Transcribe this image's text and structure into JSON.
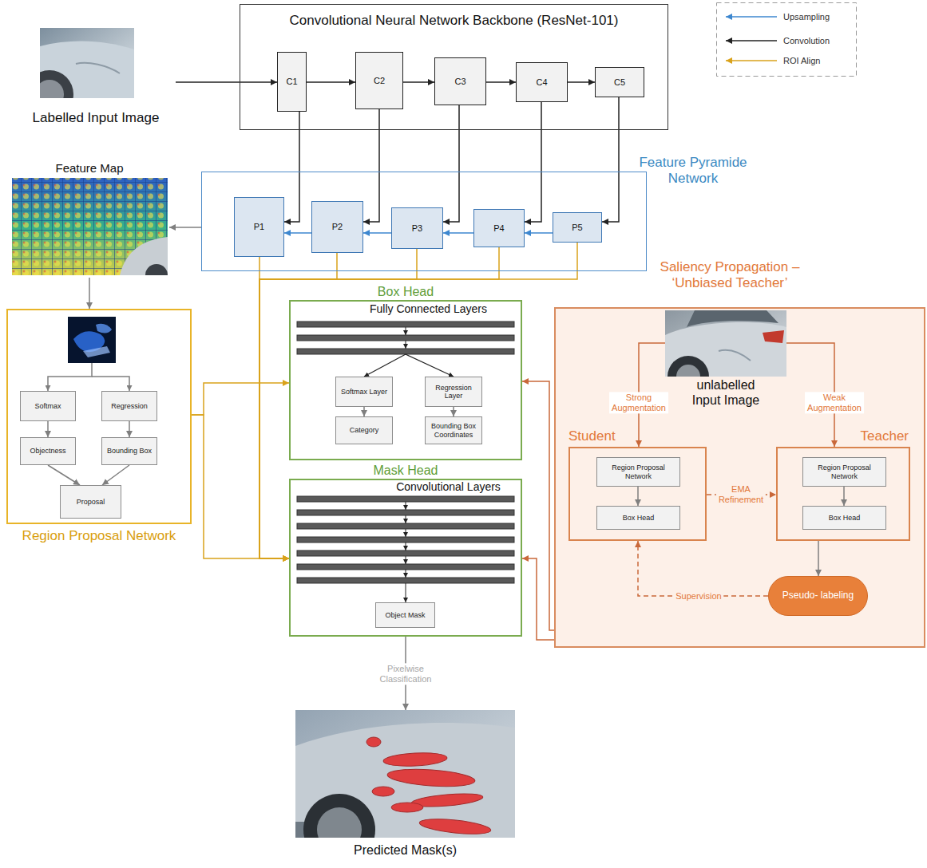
{
  "diagram": {
    "nodes": [
      {
        "text": [
          "Labelled Input Image"
        ]
      },
      {
        "text": [
          "Convolutional Neural Network Backbone (ResNet-101)"
        ]
      },
      {
        "text": [
          "C1"
        ],
        "in": 1
      },
      {
        "text": [
          "C2"
        ],
        "in": 1
      },
      {
        "text": [
          "C3"
        ],
        "in": 1
      },
      {
        "text": [
          "C4"
        ],
        "in": 1
      },
      {
        "text": [
          "C5"
        ],
        "in": 1
      },
      {
        "text": [
          "Feature Map"
        ]
      },
      {
        "text": [
          "Feature Pyramide Network"
        ]
      },
      {
        "text": [
          "P1"
        ],
        "in": 8
      },
      {
        "text": [
          "P2"
        ],
        "in": 8
      },
      {
        "text": [
          "P3"
        ],
        "in": 8
      },
      {
        "text": [
          "P4"
        ],
        "in": 8
      },
      {
        "text": [
          "P5"
        ],
        "in": 8
      },
      {
        "text": [
          "Region Proposal Network"
        ]
      },
      {
        "text": [
          "Softmax"
        ],
        "in": 14
      },
      {
        "text": [
          "Regression"
        ],
        "in": 14
      },
      {
        "text": [
          "Objectness"
        ],
        "in": 14
      },
      {
        "text": [
          "Bounding Box"
        ],
        "in": 14
      },
      {
        "text": [
          "Proposal"
        ],
        "in": 14
      },
      {
        "text": [
          "Box Head",
          "Fully Connected Layers"
        ]
      },
      {
        "text": [
          "Softmax Layer"
        ],
        "in": 20
      },
      {
        "text": [
          "Regression Layer"
        ],
        "in": 20
      },
      {
        "text": [
          "Category"
        ],
        "in": 20
      },
      {
        "text": [
          "Bounding Box Coordinates"
        ],
        "in": 20
      },
      {
        "text": [
          "Mask Head",
          "Convolutional Layers"
        ]
      },
      {
        "text": [
          "Object Mask"
        ],
        "in": 25
      },
      {
        "text": [
          "Predicted Mask(s)"
        ]
      },
      {
        "text": [
          "Saliency Propagation – ‘Unbiased Teacher’"
        ]
      },
      {
        "text": [
          "unlabelled Input Image"
        ],
        "in": 28
      },
      {
        "text": [
          "Student"
        ],
        "in": 28
      },
      {
        "text": [
          "Region Proposal Network"
        ],
        "in": 30
      },
      {
        "text": [
          "Box Head"
        ],
        "in": 30
      },
      {
        "text": [
          "Teacher"
        ],
        "in": 28
      },
      {
        "text": [
          "Region Proposal Network"
        ],
        "in": 33
      },
      {
        "text": [
          "Box Head"
        ],
        "in": 33
      },
      {
        "text": [
          "Pseudo- labeling"
        ],
        "in": 28
      }
    ],
    "edges": [
      {
        "from": 0,
        "to": 2,
        "arrow": "to"
      },
      {
        "from": 2,
        "to": 3,
        "arrow": "to"
      },
      {
        "from": 3,
        "to": 4,
        "arrow": "to"
      },
      {
        "from": 4,
        "to": 5,
        "arrow": "to"
      },
      {
        "from": 5,
        "to": 6,
        "arrow": "to"
      },
      {
        "from": 2,
        "to": 9,
        "arrow": "to"
      },
      {
        "from": 3,
        "to": 10,
        "arrow": "to"
      },
      {
        "from": 4,
        "to": 11,
        "arrow": "to"
      },
      {
        "from": 5,
        "to": 12,
        "arrow": "to"
      },
      {
        "from": 6,
        "to": 13,
        "arrow": "to"
      },
      {
        "from": 13,
        "to": 12,
        "arrow": "to"
      },
      {
        "from": 12,
        "to": 11,
        "arrow": "to"
      },
      {
        "from": 11,
        "to": 10,
        "arrow": "to"
      },
      {
        "from": 10,
        "to": 9,
        "arrow": "to"
      },
      {
        "from": 8,
        "to": 7,
        "arrow": "to"
      },
      {
        "from": 7,
        "to": 14,
        "arrow": "to"
      },
      {
        "from": 15,
        "to": 17,
        "arrow": "to"
      },
      {
        "from": 16,
        "to": 18,
        "arrow": "to"
      },
      {
        "from": 17,
        "to": 19,
        "arrow": "to"
      },
      {
        "from": 18,
        "to": 19,
        "arrow": "to"
      },
      {
        "from": 14,
        "to": 20,
        "arrow": "to"
      },
      {
        "from": 14,
        "to": 25,
        "arrow": "to"
      },
      {
        "from": 21,
        "to": 23,
        "arrow": "to"
      },
      {
        "from": 22,
        "to": 24,
        "arrow": "to"
      },
      {
        "from": 9,
        "to": 25,
        "arrow": "to"
      },
      {
        "from": 10,
        "to": 25,
        "arrow": "to"
      },
      {
        "from": 11,
        "to": 25,
        "arrow": "to"
      },
      {
        "from": 12,
        "to": 25,
        "arrow": "to"
      },
      {
        "from": 13,
        "to": 25,
        "arrow": "to"
      },
      {
        "from": 25,
        "to": 27,
        "label": "Pixelwise Classification",
        "arrow": "to"
      },
      {
        "from": 29,
        "to": 30,
        "label": "Strong Augmentation",
        "arrow": "to"
      },
      {
        "from": 29,
        "to": 33,
        "label": "Weak Augmentation",
        "arrow": "to"
      },
      {
        "from": 31,
        "to": 32,
        "arrow": "to"
      },
      {
        "from": 34,
        "to": 35,
        "arrow": "to"
      },
      {
        "from": 30,
        "to": 33,
        "label": "EMA Refinement",
        "arrow": "to"
      },
      {
        "from": 33,
        "to": 36,
        "arrow": "to"
      },
      {
        "from": 36,
        "to": 30,
        "label": "Supervision",
        "arrow": "to"
      },
      {
        "from": 28,
        "to": 20,
        "arrow": "to"
      },
      {
        "from": 28,
        "to": 25,
        "arrow": "to"
      }
    ],
    "legend": [
      {
        "text": "Upsampling"
      },
      {
        "text": "Convolution"
      },
      {
        "text": "ROI Align"
      }
    ]
  }
}
